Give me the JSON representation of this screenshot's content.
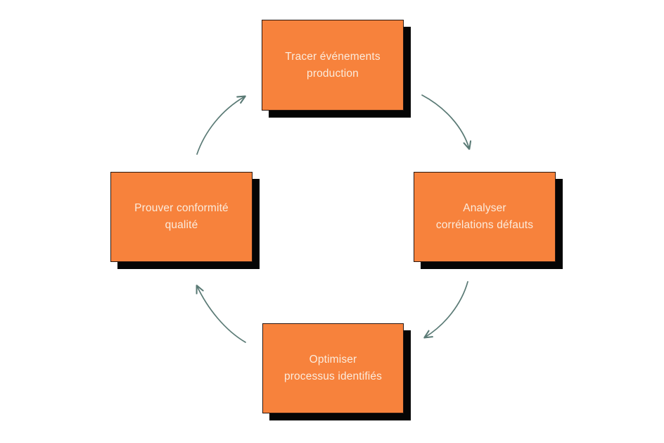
{
  "diagram": {
    "type": "cycle",
    "background_color": "#ffffff",
    "node_fill_color": "#F7823C",
    "node_border_color": "#2A1710",
    "node_shadow_color": "#050505",
    "node_text_color": "#FBEBDC",
    "arrow_color": "#5A7A75",
    "nodes": [
      {
        "id": "trace",
        "label": "Tracer événements\nproduction",
        "line1": "Tracer événements",
        "line2": "production",
        "position": "top"
      },
      {
        "id": "analyse",
        "label": "Analyser\ncorrélations défauts",
        "line1": "Analyser",
        "line2": "corrélations défauts",
        "position": "right"
      },
      {
        "id": "optimise",
        "label": "Optimiser\nprocessus identifiés",
        "line1": "Optimiser",
        "line2": "processus identifiés",
        "position": "bottom"
      },
      {
        "id": "prove",
        "label": "Prouver conformité\nqualité",
        "line1": "Prouver conformité",
        "line2": "qualité",
        "position": "left"
      }
    ],
    "arrows": [
      {
        "id": "trace-to-analyse",
        "from": "trace",
        "to": "analyse",
        "direction": "clockwise"
      },
      {
        "id": "analyse-to-optimise",
        "from": "analyse",
        "to": "optimise",
        "direction": "clockwise"
      },
      {
        "id": "optimise-to-prove",
        "from": "optimise",
        "to": "prove",
        "direction": "clockwise"
      },
      {
        "id": "prove-to-trace",
        "from": "prove",
        "to": "trace",
        "direction": "clockwise"
      }
    ]
  }
}
